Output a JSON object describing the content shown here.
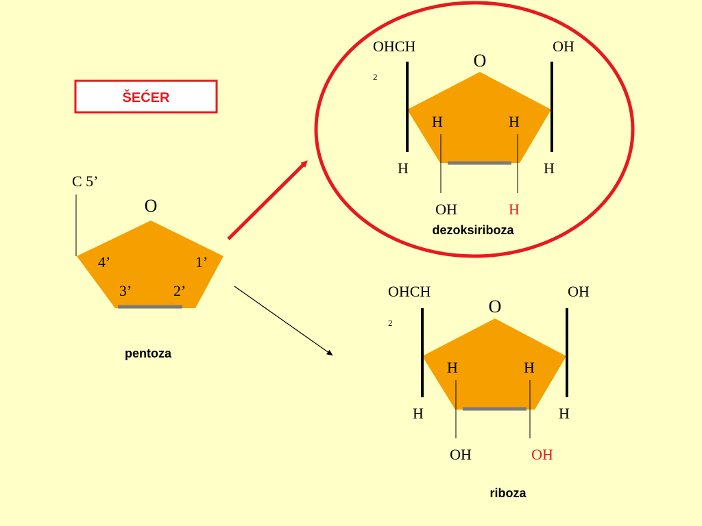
{
  "title": "ŠEĆER",
  "colors": {
    "background": "#ffffc8",
    "ring": "#f5a000",
    "accent_red": "#e8191e",
    "bond": "#000000",
    "base_edge": "#7a7a7a"
  },
  "pentoza": {
    "name": "pentoza",
    "c5_label": "C 5’",
    "ring_oxygen": "O",
    "c4": "4’",
    "c1": "1’",
    "c3": "3’",
    "c2": "2’"
  },
  "dezoksiriboza": {
    "name": "dezoksiriboza",
    "ring_oxygen": "O",
    "c5_group": "OHCH",
    "c5_subscript": "2",
    "c1_top": "OH",
    "c4_bottom": "H",
    "c1_bottom": "H",
    "c3_top": "H",
    "c2_top": "H",
    "c3_bottom": "OH",
    "c2_bottom": "H"
  },
  "riboza": {
    "name": "riboza",
    "ring_oxygen": "O",
    "c5_group": "OHCH",
    "c5_subscript": "2",
    "c1_top": "OH",
    "c4_bottom": "H",
    "c1_bottom": "H",
    "c3_top": "H",
    "c2_top": "H",
    "c3_bottom": "OH",
    "c2_bottom": "OH"
  }
}
